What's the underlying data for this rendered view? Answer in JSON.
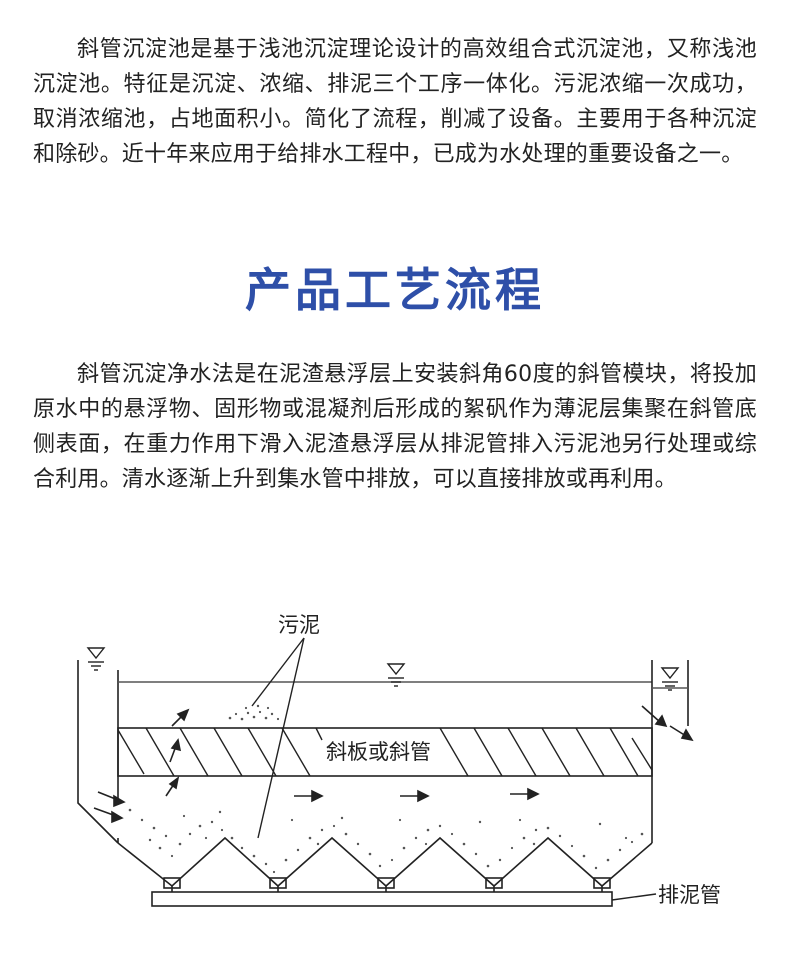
{
  "intro": {
    "text": "斜管沉淀池是基于浅池沉淀理论设计的高效组合式沉淀池，又称浅池沉淀池。特征是沉淀、浓缩、排泥三个工序一体化。污泥浓缩一次成功，取消浓缩池，占地面积小。简化了流程，削减了设备。主要用于各种沉淀和除砂。近十年来应用于给排水工程中，已成为水处理的重要设备之一。"
  },
  "section": {
    "title": "产品工艺流程",
    "color": "#2e4fa8"
  },
  "process": {
    "text": "斜管沉淀净水法是在泥渣悬浮层上安装斜角60度的斜管模块，将投加原水中的悬浮物、固形物或混凝剂后形成的絮矾作为薄泥层集聚在斜管底侧表面，在重力作用下滑入泥渣悬浮层从排泥管排入污泥池另行处理或综合利用。清水逐渐上升到集水管中排放，可以直接排放或再利用。"
  },
  "diagram": {
    "label_sludge": "污泥",
    "label_plates": "斜板或斜管",
    "label_drain": "排泥管",
    "icons": [
      "water-level-icon",
      "flow-arrow-icon"
    ]
  }
}
